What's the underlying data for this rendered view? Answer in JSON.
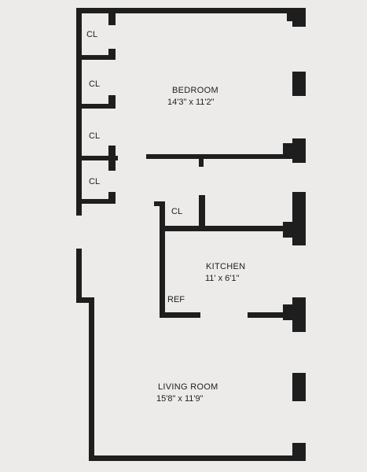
{
  "colors": {
    "background": "#ecebea",
    "wall": "#1e1e1e",
    "text": "#1e1e1e"
  },
  "closets": [
    {
      "label": "CL"
    },
    {
      "label": "CL"
    },
    {
      "label": "CL"
    },
    {
      "label": "CL"
    },
    {
      "label": "CL"
    }
  ],
  "rooms": {
    "bedroom": {
      "name": "BEDROOM",
      "dimensions": "14'3\" x 11'2\""
    },
    "kitchen": {
      "name": "KITCHEN",
      "dimensions": "11' x 6'1\""
    },
    "living_room": {
      "name": "LIVING ROOM",
      "dimensions": "15'8\" x 11'9\""
    }
  },
  "fixtures": {
    "refrigerator": {
      "label": "REF"
    }
  }
}
